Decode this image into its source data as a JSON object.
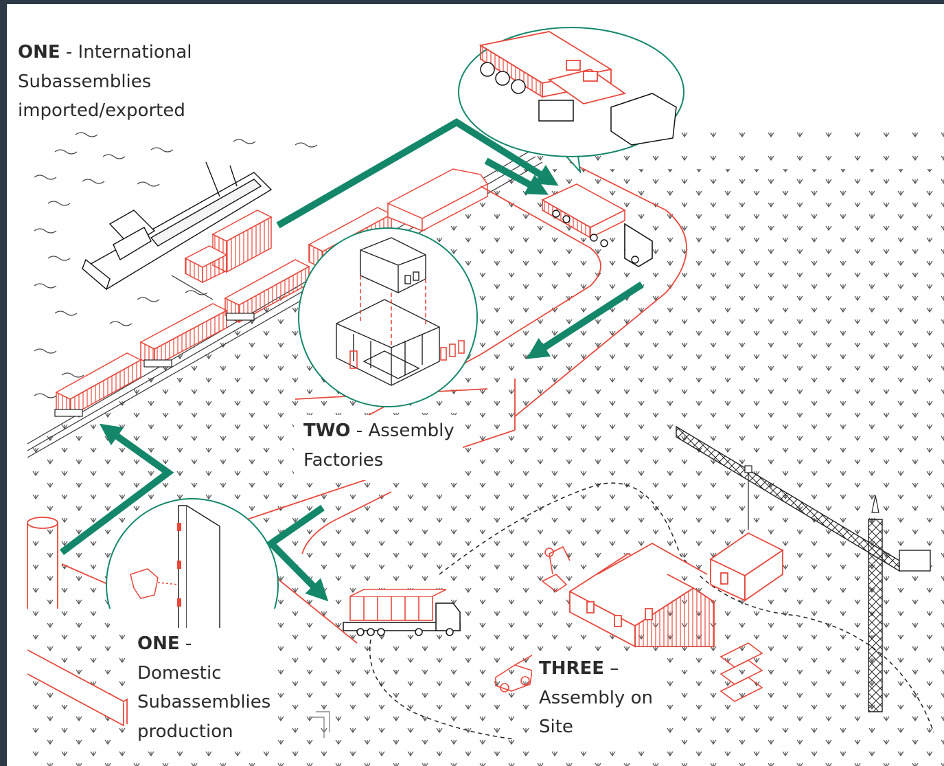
{
  "labels": {
    "one_international": {
      "bold": "ONE",
      "sep": " - ",
      "lines": [
        "International",
        "Subassemblies",
        "imported/exported"
      ]
    },
    "two_factories": {
      "bold": "TWO",
      "sep": " - ",
      "lines": [
        "Assembly",
        "Factories"
      ]
    },
    "one_domestic": {
      "bold": "ONE",
      "sep": " -",
      "lines": [
        "Domestic",
        "Subassemblies",
        "production"
      ]
    },
    "three_site": {
      "bold": "THREE",
      "sep": " –",
      "lines": [
        "Assembly on",
        "Site"
      ]
    }
  },
  "colors": {
    "flow_arrow": "#14876a",
    "subassembly_red": "#e8483b",
    "linework": "#222222",
    "frame": "#2e3a46",
    "background": "#ffffff"
  }
}
